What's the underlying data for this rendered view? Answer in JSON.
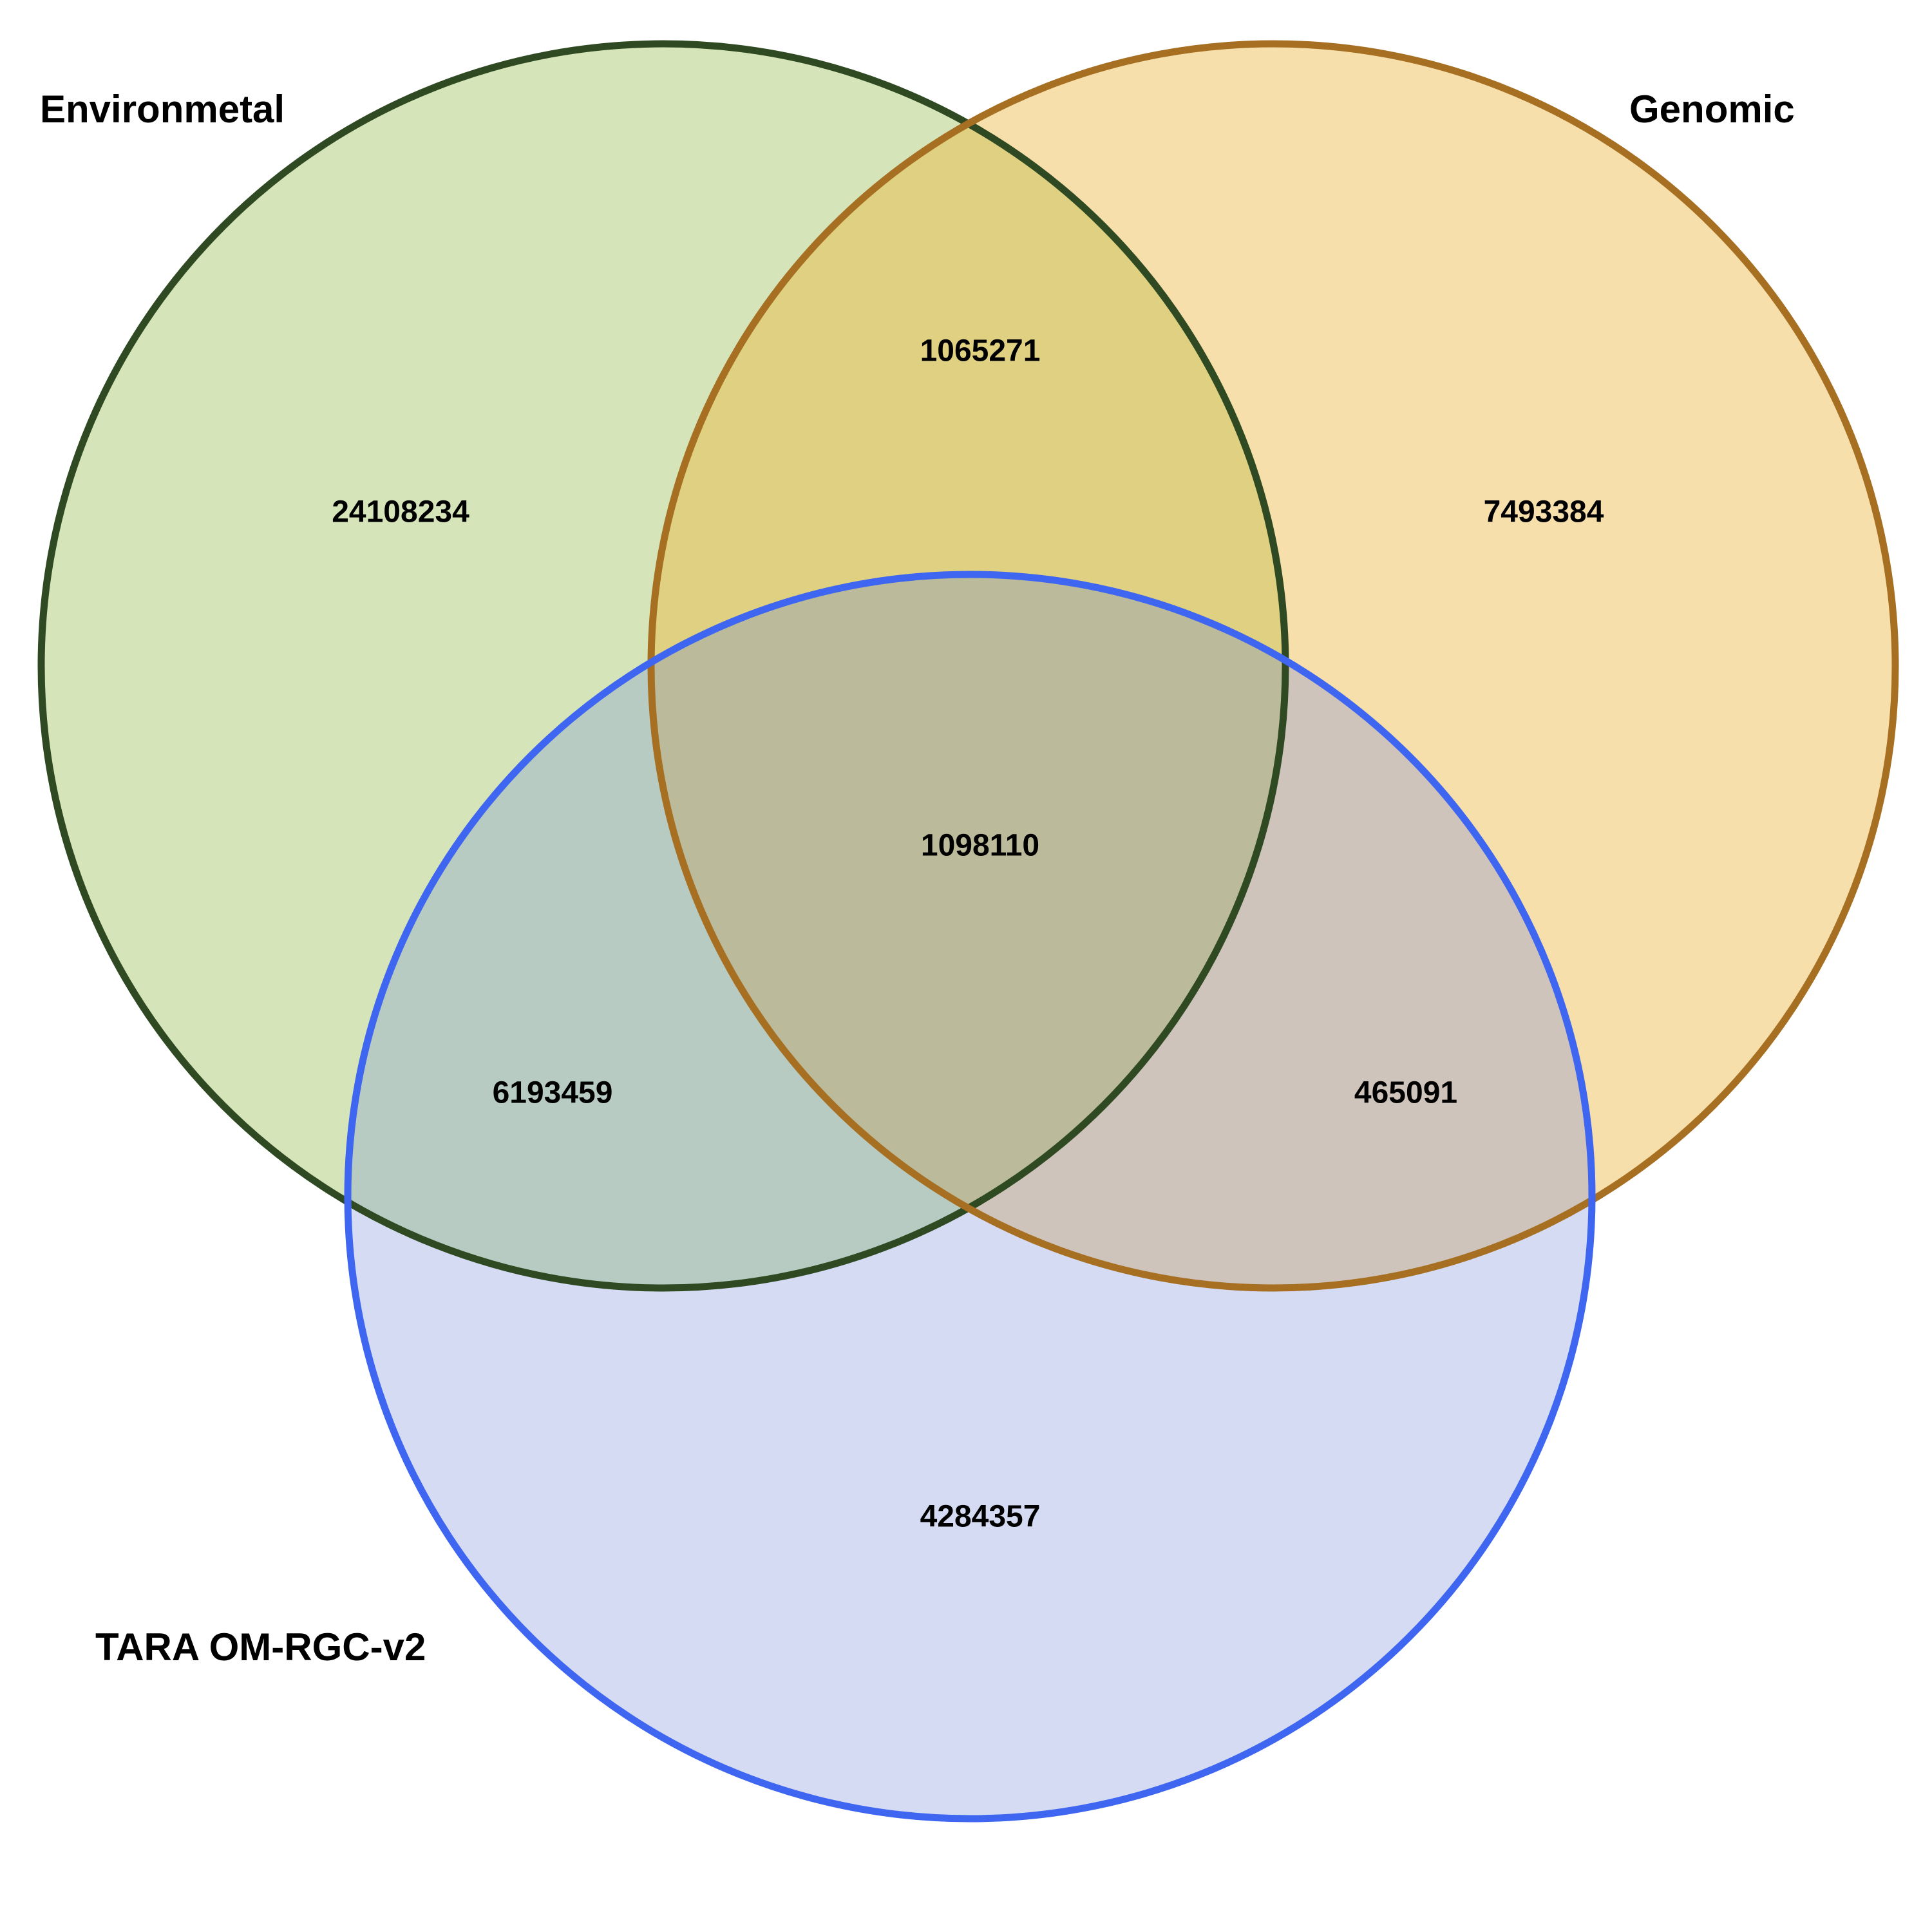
{
  "sets": [
    {
      "id": "environmental",
      "label": "Environmetal",
      "fill_color": "#d6e5b9",
      "stroke_color": "#2f4a22"
    },
    {
      "id": "genomic",
      "label": "Genomic",
      "fill_color": "#f6dfaa",
      "stroke_color": "#a66f22"
    },
    {
      "id": "tara",
      "label": "TARA OM-RGC-v2",
      "fill_color": "#d4dbf2",
      "stroke_color": "#3f66f0"
    }
  ],
  "regions": {
    "environmental_only": {
      "count": "24108234",
      "fill_color": "#d6e5b9"
    },
    "genomic_only": {
      "count": "7493384",
      "fill_color": "#f6dfaa"
    },
    "tara_only": {
      "count": "4284357",
      "fill_color": "#d4dbf2"
    },
    "environmental_genomic": {
      "count": "1065271",
      "fill_color": "#dfd181"
    },
    "environmental_tara": {
      "count": "6193459",
      "fill_color": "#b8cbc3"
    },
    "genomic_tara": {
      "count": "465091",
      "fill_color": "#cfc4bb"
    },
    "all_three": {
      "count": "1098110",
      "fill_color": "#bbbb9b"
    }
  }
}
